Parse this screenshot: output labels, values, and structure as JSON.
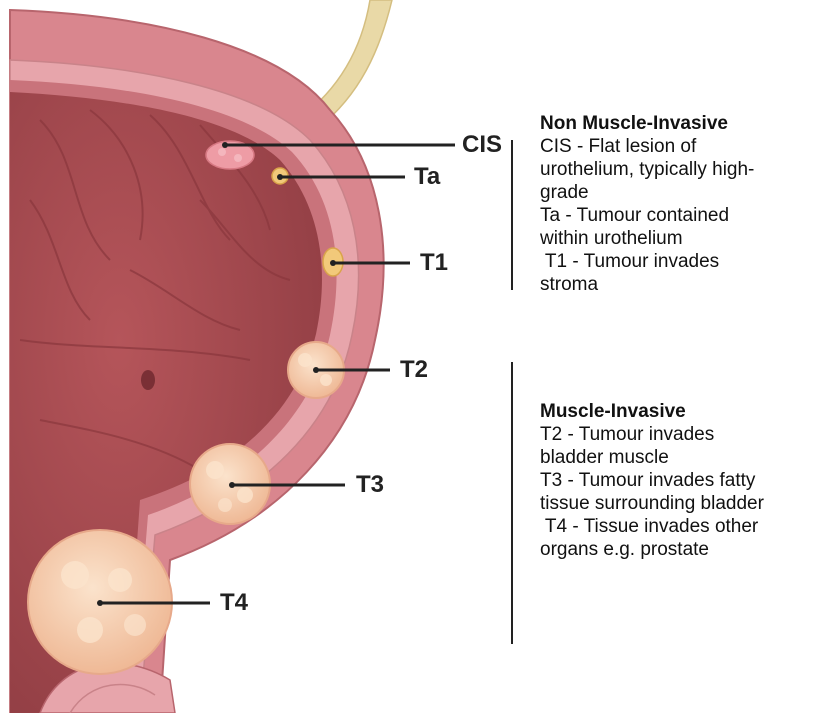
{
  "labels": {
    "cis": "CIS",
    "ta": "Ta",
    "t1": "T1",
    "t2": "T2",
    "t3": "T3",
    "t4": "T4"
  },
  "non_muscle_invasive": {
    "heading": "Non Muscle-Invasive",
    "lines": [
      "CIS - Flat lesion of",
      "urothelium, typically high-",
      "grade",
      "Ta - Tumour contained",
      "within urothelium",
      " T1 - Tumour invades",
      "stroma"
    ]
  },
  "muscle_invasive": {
    "heading": "Muscle-Invasive",
    "lines": [
      "T2 - Tumour invades",
      "bladder muscle",
      "T3 - Tumour invades fatty",
      "tissue surrounding bladder",
      " T4 - Tissue invades other",
      "organs e.g. prostate"
    ]
  },
  "colors": {
    "outer_wall": "#d9868e",
    "muscle_layer": "#e7a5ab",
    "inner_wall": "#c9737b",
    "lumen": "#a84a4f",
    "lumen_fold": "#913c42",
    "ureter": "#e9d9a7",
    "tumour": "#f7d1b0",
    "tumour_edge": "#e7a98a",
    "cis_lesion": "#ee9ca5",
    "small_tumour": "#f2c97a",
    "pointer_line": "#222222"
  }
}
